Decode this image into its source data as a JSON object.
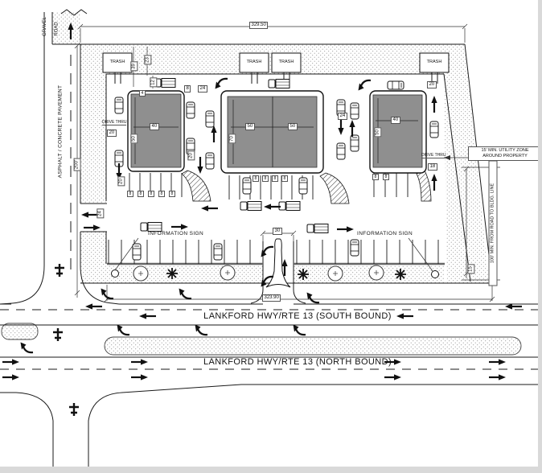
{
  "labels": {
    "gravel_1": "GRAVEL",
    "gravel_2": "ROAD",
    "pavement": "ASPHALT / CONCRETE PAVEMENT",
    "trash": "TRASH",
    "drive_thru": "DRIVE THRU",
    "info_sign": "INFORMATION SIGN",
    "utility_1": "15' MIN. UTILITY ZONE",
    "utility_2": "AROUND PROPERTY",
    "setback": "100' MIN. FROM ROAD TO BLDG. LINE",
    "hwy_south": "LANKFORD HWY/RTE 13 (SOUTH BOUND)",
    "hwy_north": "LANKFORD HWY/RTE 13 (NORTH BOUND)"
  },
  "dims": {
    "site_top": "329.50",
    "site_bottom": "323.90",
    "road_len": "200'",
    "entrance_center": "30",
    "d24": "24",
    "d20": "20",
    "d18": "18",
    "d15": "15",
    "d39": "39",
    "d23": "23",
    "d12": "12",
    "d8": "8",
    "d4": "4",
    "b1_w": "40",
    "b1_h": "50",
    "b2_u1": "50",
    "b2_u2": "50",
    "b2_h": "70",
    "b3_w": "40",
    "b3_h": "50"
  },
  "icons": {
    "car": "parked-car symbol",
    "truck": "delivery-truck symbol",
    "tree": "tree circle",
    "shrub": "shrub asterisk",
    "signal": "traffic-signal symbol",
    "flow_arrow": "traffic flow arrow",
    "turn_arrow": "curved turn arrow",
    "info_circle": "information sign post"
  },
  "colors": {
    "building_gray": "#8f8f8f",
    "line": "#1a1a1a",
    "stipple": "#8a8a8a"
  }
}
